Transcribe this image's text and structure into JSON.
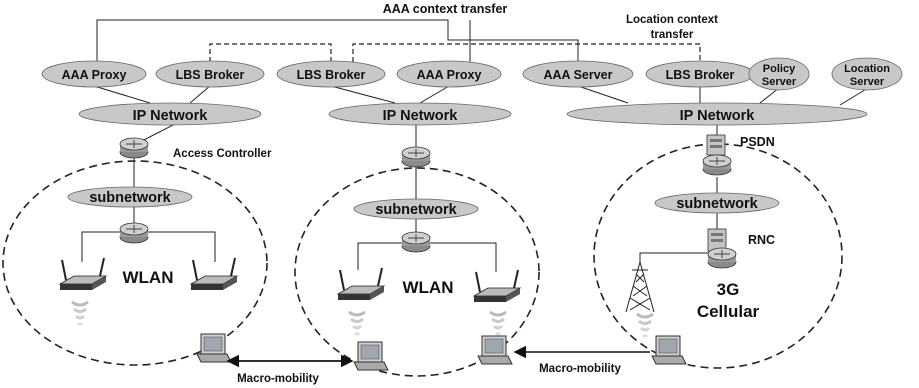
{
  "annotations": {
    "aaa_transfer": "AAA context transfer",
    "location_transfer_line1": "Location context",
    "location_transfer_line2": "transfer",
    "access_controller": "Access Controller",
    "psdn": "PSDN",
    "rnc": "RNC",
    "macro_left": "Macro-mobility",
    "macro_right": "Macro-mobility"
  },
  "domains": [
    {
      "servers": [
        "AAA Proxy",
        "LBS Broker"
      ],
      "ip_network": "IP Network",
      "subnetwork": "subnetwork",
      "access_label": "WLAN"
    },
    {
      "servers": [
        "LBS Broker",
        "AAA Proxy"
      ],
      "ip_network": "IP Network",
      "subnetwork": "subnetwork",
      "access_label": "WLAN"
    },
    {
      "servers": [
        "AAA Server",
        "LBS Broker"
      ],
      "servers_two_line": [
        [
          "Policy",
          "Server"
        ],
        [
          "Location",
          "Server"
        ]
      ],
      "ip_network": "IP Network",
      "subnetwork": "subnetwork",
      "access_label_line1": "3G",
      "access_label_line2": "Cellular"
    }
  ],
  "colors": {
    "node_fill": "#c8c8c8",
    "line": "#222222",
    "router": "#9a9a9a"
  },
  "icons": [
    "router-icon",
    "wireless-ap-icon",
    "laptop-icon",
    "signal-icon",
    "cell-tower-icon",
    "server-icon"
  ]
}
